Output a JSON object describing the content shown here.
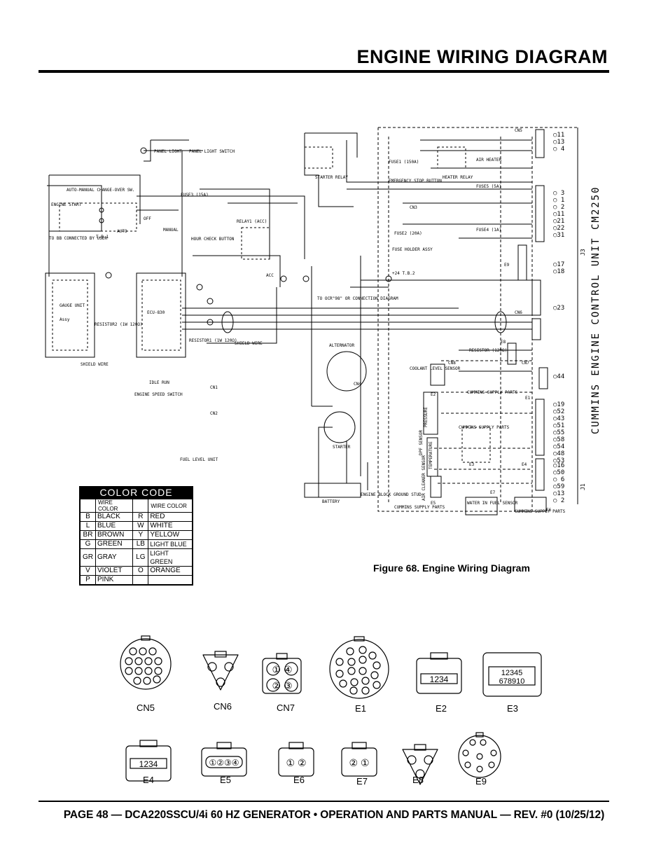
{
  "header": {
    "title": "ENGINE WIRING DIAGRAM"
  },
  "diagram": {
    "labels": {
      "panel_light": "PANEL LIGHT",
      "panel_light_switch": "PANEL LIGHT SWITCH",
      "auto_manual": "AUTO-MANUAL CHANGE-OVER SW.",
      "engine_start": "ENGINE START",
      "to_bb": "TO BB CONNECTED BY USER",
      "tb1": "T.B.1",
      "off": "OFF",
      "auto": "AUTO",
      "manual": "MANUAL",
      "hour_check": "HOUR CHECK BUTTON",
      "fuse3": "FUSE3 (15A)",
      "relay1": "RELAY1 (ACC)",
      "acc": "ACC",
      "gauge_unit": "GAUGE UNIT",
      "assy": "Assy",
      "ecu": "ECU-830",
      "resistor2": "RESISTOR2 (1W 120Ω)",
      "resistor1": "RESISTOR1 (1W 120Ω)",
      "shield_wire": "SHIELD WIRE",
      "shield_wire2": "SHIELD WIRE",
      "to_ocr": "TO OCR\"98\" OR CONNECTION DIAGRAM",
      "engine_speed": "ENGINE SPEED SWITCH",
      "idle_run": "IDLE RUN",
      "cn1": "CN1",
      "cn2": "CN2",
      "fuel_level": "FUEL LEVEL UNIT",
      "starter_relay": "STARTER RELAY",
      "fuse1": "FUSE1 (150A)",
      "emergency": "EMERGENCY STOP BUTTON",
      "heater_relay": "HEATER RELAY",
      "air_heater": "AIR HEATER",
      "fuse5": "FUSE5 (5A)",
      "cn3": "CN3",
      "fuse2": "FUSE2 (20A)",
      "fuse_holder": "FUSE HOLDER ASSY",
      "fuse4": "FUSE4 (1A)",
      "tb2": "+24 T.B.2",
      "alternator": "ALTERNATOR",
      "cn4": "CN4",
      "starter": "STARTER",
      "battery": "BATTERY",
      "engine_ground": "ENGINE BLOCK GROUND STUD",
      "coolant": "COOLANT LEVEL SENSOR",
      "cn8": "CN8",
      "resistor3": "RESISTOR (120Ω)",
      "cn5": "CN5",
      "cn6": "CN6",
      "cn7": "CN7",
      "e9": "E9",
      "e8": "E8",
      "e1": "E1",
      "e2": "E2",
      "e3": "E3",
      "e4": "E4",
      "e5": "E5",
      "e6": "E6",
      "e7": "E7",
      "cummins_supply1": "CUMMINS SUPPLY PARTS",
      "cummins_supply2": "CUMMINS SUPPLY PARTS",
      "cummins_supply3": "CUMMINS SUPPLY PARTS",
      "cummins_supply4": "CUMMINS SUPPLY PARTS",
      "dpf_sensor": "DPF SENSOR",
      "temperature": "TEMPERATURE",
      "pressure": "PRESSURE",
      "air_cleaner": "AIR CLEANER SENSOR",
      "water_in_fuel": "WATER IN FUEL SENSOR",
      "control_unit": "CUMMINS ENGINE CONTROL UNIT CM2250",
      "j3": "J3",
      "j1": "J1",
      "j1_pins": [
        "16",
        "50",
        "6",
        "59",
        "13",
        "2"
      ],
      "top_pins": [
        "11",
        "13",
        "4"
      ],
      "mid_pins": [
        "3",
        "1",
        "2",
        "11",
        "21",
        "22",
        "31"
      ],
      "pins_17": [
        "17",
        "18"
      ],
      "pin_23": "23",
      "pin_44": "44",
      "pins_19": [
        "19",
        "52",
        "43",
        "51",
        "55",
        "58",
        "54",
        "48",
        "53"
      ]
    }
  },
  "color_code": {
    "title": "COLOR CODE",
    "header_left": "WIRE COLOR",
    "header_right": "WIRE COLOR",
    "rows": [
      {
        "c1": "B",
        "n1": "BLACK",
        "c2": "R",
        "n2": "RED"
      },
      {
        "c1": "L",
        "n1": "BLUE",
        "c2": "W",
        "n2": "WHITE"
      },
      {
        "c1": "BR",
        "n1": "BROWN",
        "c2": "Y",
        "n2": "YELLOW"
      },
      {
        "c1": "G",
        "n1": "GREEN",
        "c2": "LB",
        "n2": "LIGHT BLUE"
      },
      {
        "c1": "GR",
        "n1": "GRAY",
        "c2": "LG",
        "n2": "LIGHT GREEN"
      },
      {
        "c1": "V",
        "n1": "VIOLET",
        "c2": "O",
        "n2": "ORANGE"
      },
      {
        "c1": "P",
        "n1": "PINK",
        "c2": "",
        "n2": ""
      }
    ]
  },
  "figure": {
    "caption": "Figure 68. Engine Wiring Diagram"
  },
  "connectors": {
    "cn5": "CN5",
    "cn6": "CN6",
    "cn7": "CN7",
    "e1": "E1",
    "e2": "E2",
    "e3": "E3",
    "e4": "E4",
    "e5": "E5",
    "e6": "E6",
    "e7": "E7",
    "e8": "E8",
    "e9": "E9",
    "e2_pins": "1234",
    "e3_row1": "12345",
    "e3_row2": "678910",
    "e4_pins": "1234",
    "e5_pins": "①②③④",
    "e6_pins": "① ②",
    "e7_pins": "② ①",
    "cn7_row1": "① ④",
    "cn7_row2": "② ③"
  },
  "footer": {
    "text": "PAGE 48 — DCA220SSCU/4i 60 HZ GENERATOR • OPERATION AND PARTS MANUAL — REV. #0 (10/25/12)"
  }
}
